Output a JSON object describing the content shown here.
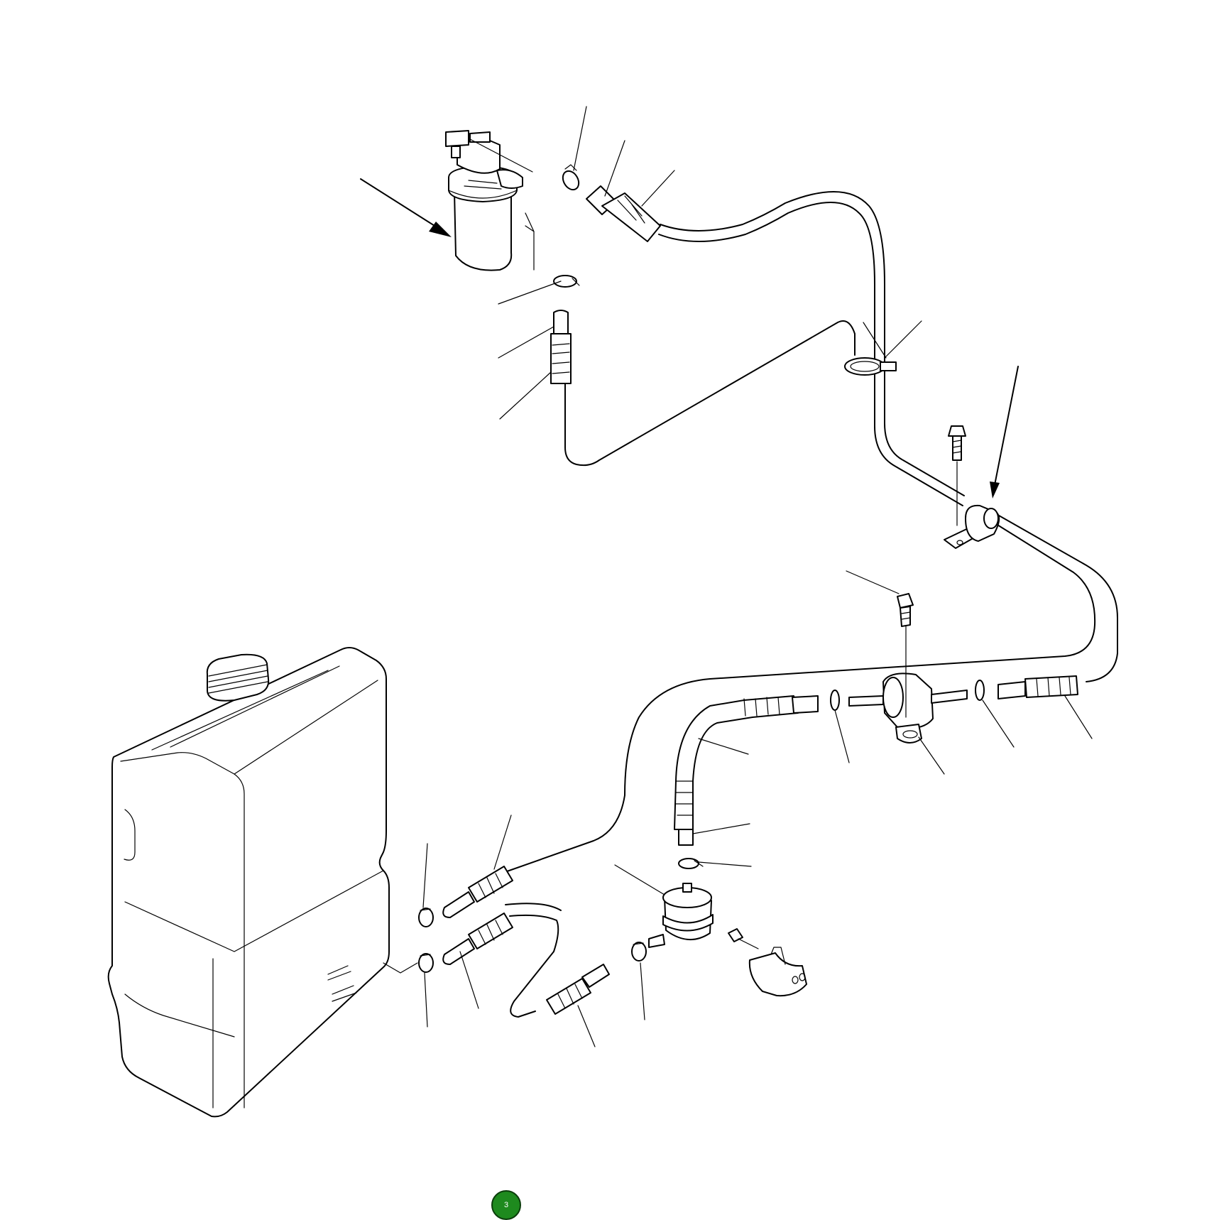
{
  "page": {
    "number": "3",
    "badge_color": "#1e8a1e"
  },
  "diagram": {
    "kind": "exploded parts diagram",
    "components": [
      "fuel-tank",
      "fuel-filter-assembly",
      "fuel-pump",
      "strainer",
      "hose-clamp",
      "fuel-hose",
      "pipe-clamp",
      "tube-bracket",
      "bolt",
      "mounting-bracket"
    ]
  }
}
